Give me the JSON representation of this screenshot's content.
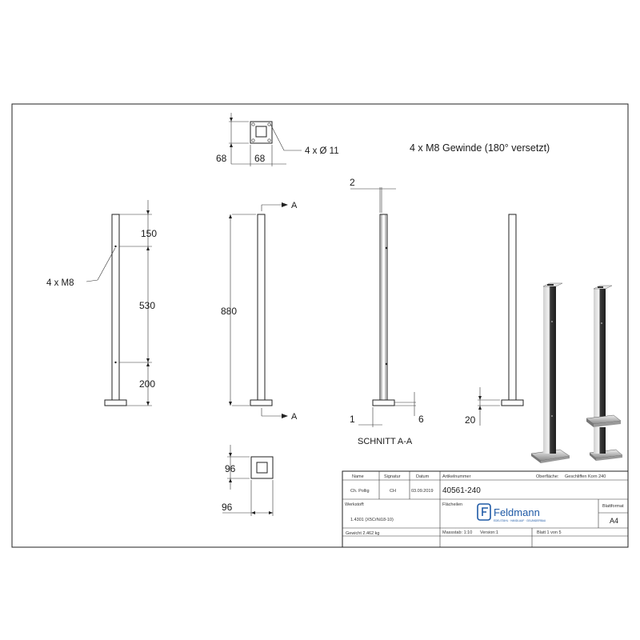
{
  "drawing": {
    "note_thread": "4 x M8 Gewinde (180° versetzt)",
    "baseplate_top": {
      "hole_callout": "4 x Ø 11",
      "dim_left": "68",
      "dim_right": "68"
    },
    "front_view": {
      "thread_callout": "4 x M8",
      "dim_top": "150",
      "dim_middle": "530",
      "dim_bottom": "200"
    },
    "side_view": {
      "total_height": "880",
      "section_marker_top": "A",
      "section_marker_bottom": "A"
    },
    "section_view": {
      "wall_thickness": "2",
      "dim_left": "1",
      "dim_right": "6",
      "caption": "SCHNITT A-A"
    },
    "right_view": {
      "dim_bottom": "20"
    },
    "base_detail": {
      "dim_height": "96",
      "dim_width": "96"
    }
  },
  "title_block": {
    "header_name": "Name",
    "header_signature": "Signatur",
    "header_date": "Datum",
    "header_article_no": "Artikelnummer",
    "header_surface": "Oberfläche:",
    "surface_value": "Geschliffen Korn 240",
    "drawn_by": "Ch. Pollig",
    "signature": "CH",
    "date": "03.09.2019",
    "article_no": "40561-240",
    "material_label": "Werkstoff:",
    "material": "1.4301 (X5CrNi18-10)",
    "weight": "Gewicht 2.462 kg",
    "finish_label": "Flächeilen",
    "logo_text": "Feldmann",
    "logo_tagline": "EDELSTAHL · HANDLAUF · GELÄNDERBAU",
    "sheet_format_label": "Blattformat",
    "sheet_format": "A4",
    "scale": "Massstab: 1:10",
    "version": "Version:1",
    "sheet": "Blatt 1 von 5"
  },
  "colors": {
    "line": "#222222",
    "logo_blue": "#1f5aa6",
    "render_dark": "#3a3a3a",
    "render_light": "#e6e6e6"
  }
}
